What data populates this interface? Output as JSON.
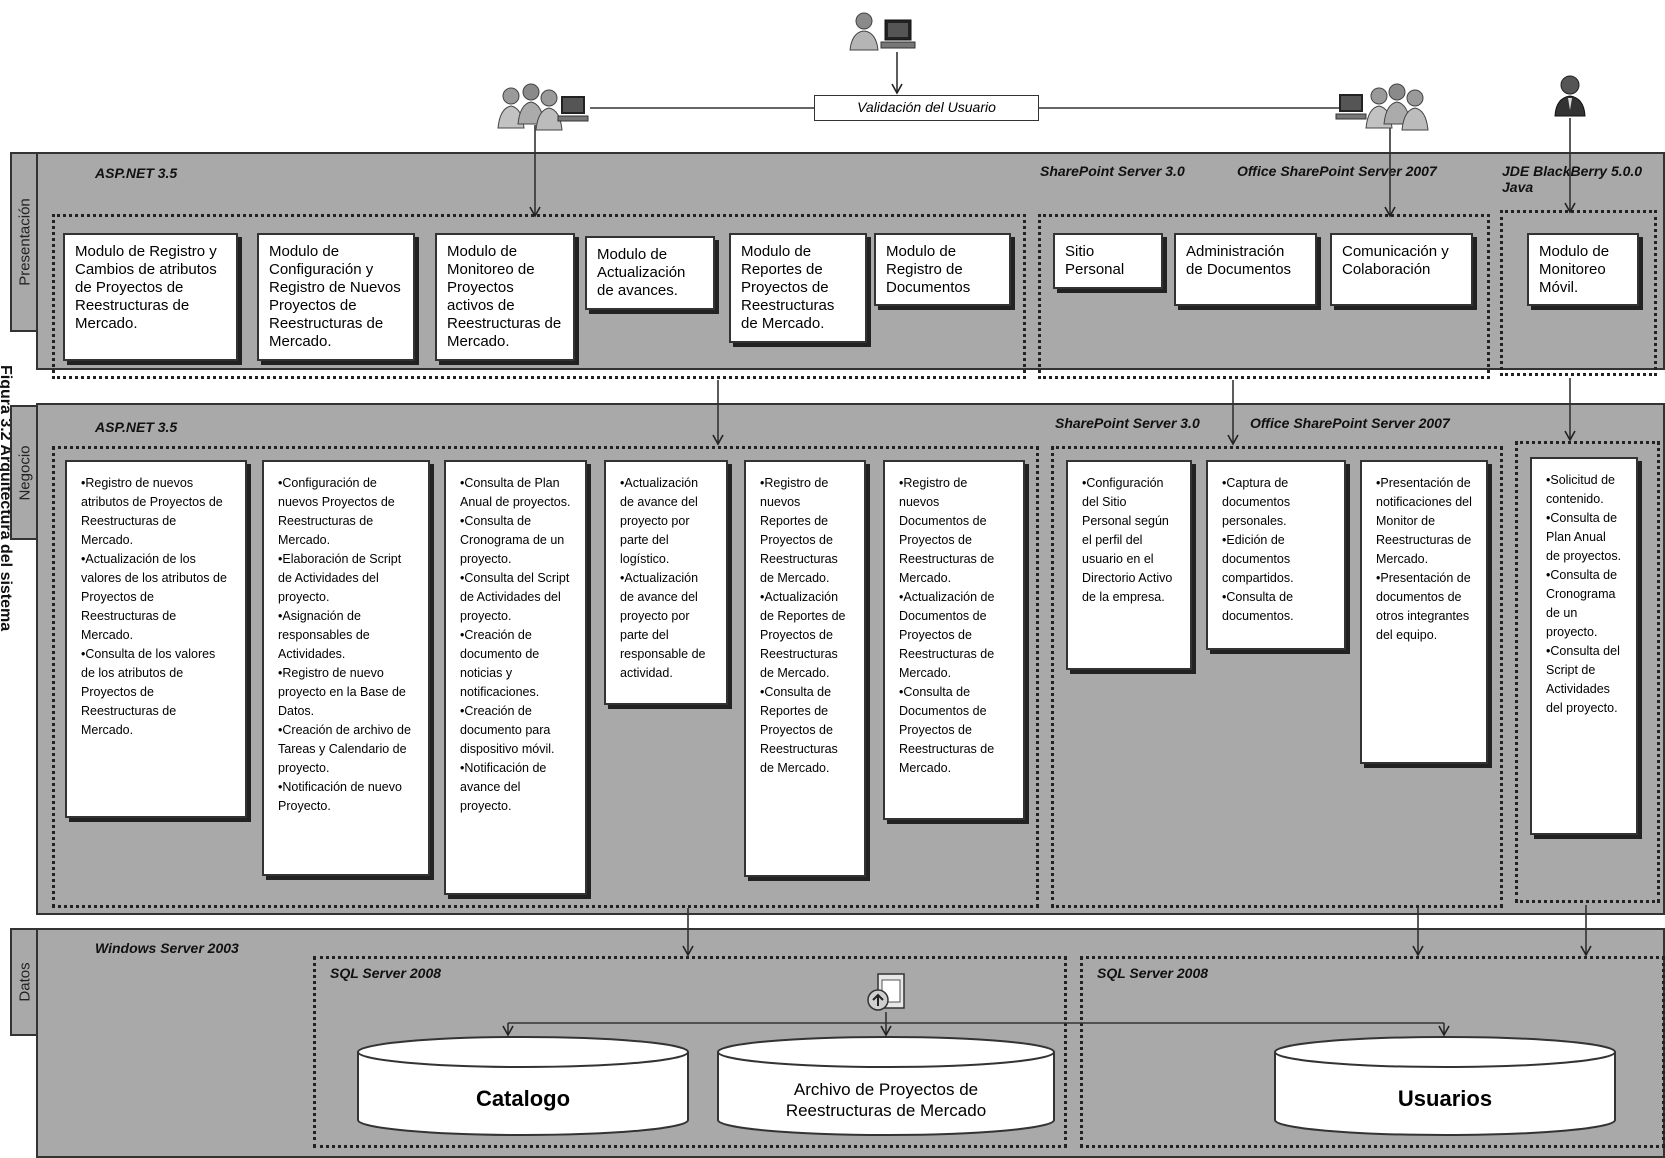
{
  "top": {
    "validacion_label": "Validación del Usuario"
  },
  "side_caption": "Figura 3.2 Arquitectura del sistema",
  "layers": {
    "presentacion": {
      "tab": "Presentación",
      "aspnet_header": "ASP.NET 3.5",
      "sharepoint_header": "SharePoint Server 3.0",
      "office_header": "Office SharePoint Server 2007",
      "jde_header": "JDE BlackBerry 5.0.0 Java",
      "aspnet_modules": [
        "Modulo de Registro y Cambios de atributos de Proyectos de Reestructuras de Mercado.",
        "Modulo de Configuración y Registro de Nuevos Proyectos de Reestructuras de Mercado.",
        "Modulo de Monitoreo de Proyectos activos de Reestructuras de Mercado.",
        "Modulo de Actualización de avances.",
        "Modulo de Reportes de Proyectos de Reestructuras de Mercado.",
        "Modulo de Registro de Documentos"
      ],
      "sharepoint_modules": [
        "Sitio Personal",
        "Administración de Documentos",
        "Comunicación y Colaboración"
      ],
      "mobile_module": "Modulo de Monitoreo Móvil."
    },
    "negocio": {
      "tab": "Negocio",
      "aspnet_header": "ASP.NET 3.5",
      "sharepoint_header": "SharePoint Server 3.0",
      "office_header": "Office SharePoint Server 2007",
      "aspnet_boxes": [
        "•Registro de nuevos atributos de Proyectos de Reestructuras de Mercado.\n•Actualización de los valores de los atributos de Proyectos de Reestructuras de Mercado.\n•Consulta de los valores de los atributos de Proyectos de Reestructuras de Mercado.",
        "•Configuración de nuevos Proyectos de Reestructuras de Mercado.\n•Elaboración de Script de Actividades del proyecto.\n•Asignación de responsables de Actividades.\n•Registro de nuevo proyecto en la Base de Datos.\n•Creación de archivo de Tareas y Calendario de proyecto.\n•Notificación de nuevo Proyecto.",
        "•Consulta de Plan Anual de proyectos.\n•Consulta de Cronograma de un proyecto.\n•Consulta del Script de Actividades del proyecto.\n•Creación de documento de noticias y notificaciones.\n•Creación de documento para dispositivo móvil.\n•Notificación de avance del proyecto.",
        "•Actualización de avance del proyecto por parte del logístico.\n•Actualización de avance del proyecto por parte del responsable de actividad.",
        "•Registro de nuevos Reportes de Proyectos de Reestructuras de Mercado.\n•Actualización de Reportes de Proyectos de Reestructuras de Mercado.\n•Consulta de Reportes de Proyectos de Reestructuras de Mercado.",
        "•Registro de nuevos Documentos de Proyectos de Reestructuras de Mercado.\n•Actualización de Documentos de Proyectos de Reestructuras de Mercado.\n•Consulta de Documentos de Proyectos de Reestructuras de Mercado."
      ],
      "sharepoint_boxes": [
        "•Configuración del Sitio Personal según el perfil del usuario en el Directorio Activo de la empresa.",
        "•Captura de documentos personales.\n•Edición de documentos compartidos.\n•Consulta de documentos.",
        "•Presentación de notificaciones del Monitor de Reestructuras de Mercado.\n•Presentación de documentos de otros integrantes del equipo."
      ],
      "mobile_box": "•Solicitud de contenido.\n•Consulta de Plan Anual de proyectos.\n•Consulta de Cronograma de un proyecto.\n•Consulta del Script de Actividades del proyecto."
    },
    "datos": {
      "tab": "Datos",
      "windows_header": "Windows Server 2003",
      "sql_header_1": "SQL Server 2008",
      "sql_header_2": "SQL Server 2008",
      "databases": [
        "Catalogo",
        "Archivo de Proyectos de Reestructuras de Mercado",
        "Usuarios"
      ]
    }
  },
  "icons": [
    "user-computer-icon",
    "users-group-icon",
    "users-group-icon",
    "single-user-icon",
    "database-server-icon"
  ]
}
